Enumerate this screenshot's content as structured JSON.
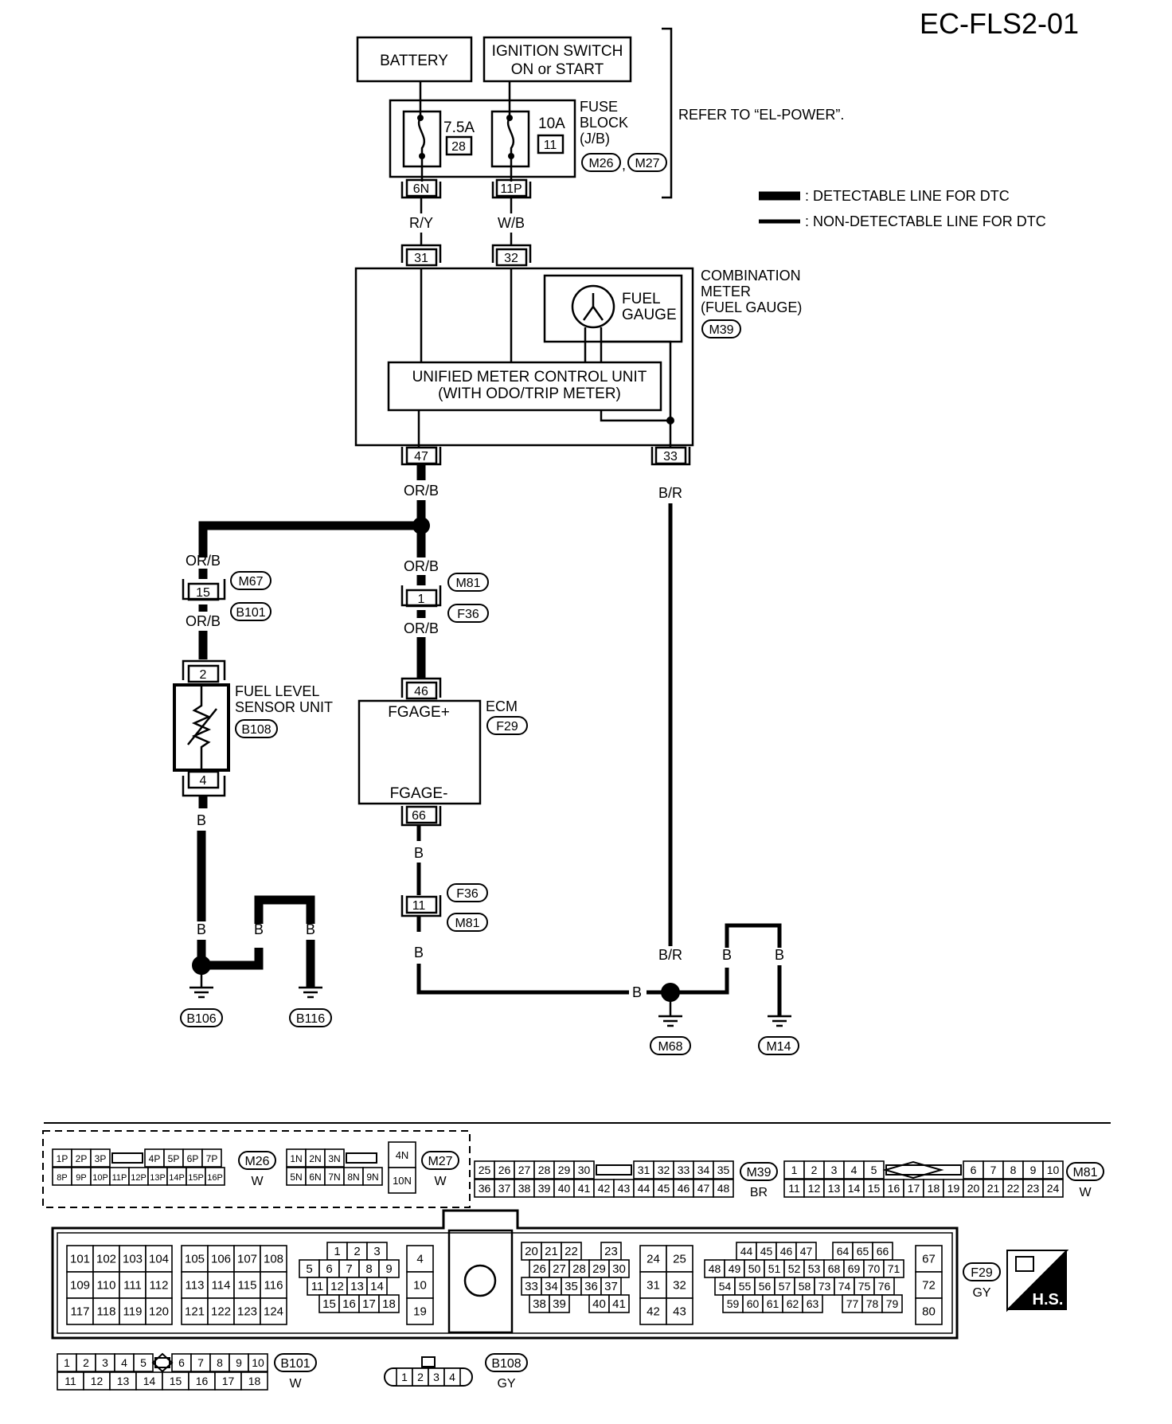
{
  "page_title": "EC-FLS2-01",
  "header_refer": "REFER TO “EL-POWER”.",
  "legend": {
    "detectable": ": DETECTABLE LINE FOR DTC",
    "non_detectable": ": NON-DETECTABLE LINE FOR DTC"
  },
  "power": {
    "battery": "BATTERY",
    "ignition_line1": "IGNITION SWITCH",
    "ignition_line2": "ON or START",
    "fuse1_amp": "7.5A",
    "fuse1_num": "28",
    "fuse2_amp": "10A",
    "fuse2_num": "11",
    "fuse_block_line1": "FUSE",
    "fuse_block_line2": "BLOCK",
    "fuse_block_line3": "(J/B)",
    "fuse_conn1": "M26",
    "fuse_conn2": "M27",
    "pin_6n": "6N",
    "pin_11p": "11P"
  },
  "meter": {
    "label_line1": "COMBINATION",
    "label_line2": "METER",
    "label_line3": "(FUEL GAUGE)",
    "conn": "M39",
    "gauge_line1": "FUEL",
    "gauge_line2": "GAUGE",
    "unit_line1": "UNIFIED METER CONTROL UNIT",
    "unit_line2": "(WITH ODO/TRIP METER)",
    "pin31": "31",
    "pin32": "32",
    "pin47": "47",
    "pin33": "33"
  },
  "wires": {
    "ry": "R/Y",
    "wb": "W/B",
    "orb": "OR/B",
    "br": "B/R",
    "b": "B"
  },
  "junctions": {
    "m67": "M67",
    "b101": "B101",
    "pin15": "15",
    "m81": "M81",
    "f36": "F36",
    "pin1": "1",
    "pin11": "11"
  },
  "sensor": {
    "label_line1": "FUEL LEVEL",
    "label_line2": "SENSOR UNIT",
    "conn": "B108",
    "pin2": "2",
    "pin4": "4"
  },
  "ecm": {
    "label": "ECM",
    "conn": "F29",
    "pos": "FGAGE+",
    "neg": "FGAGE-",
    "pin46": "46",
    "pin66": "66"
  },
  "grounds": {
    "b106": "B106",
    "b116": "B116",
    "m68": "M68",
    "m14": "M14"
  },
  "connectors": {
    "m26_top": [
      "1P",
      "2P",
      "3P",
      "",
      "4P",
      "5P",
      "6P",
      "7P"
    ],
    "m26_bot": [
      "8P",
      "9P",
      "10P",
      "11P",
      "12P",
      "13P",
      "14P",
      "15P",
      "16P"
    ],
    "m26_name": "M26",
    "m26_color": "W",
    "m27_top": [
      "1N",
      "2N",
      "3N",
      ""
    ],
    "m27_bot": [
      "5N",
      "6N",
      "7N",
      "8N",
      "9N"
    ],
    "m27_side": [
      "4N",
      "10N"
    ],
    "m27_name": "M27",
    "m27_color": "W",
    "m39_top": [
      "25",
      "26",
      "27",
      "28",
      "29",
      "30",
      "",
      "31",
      "32",
      "33",
      "34",
      "35"
    ],
    "m39_bot": [
      "36",
      "37",
      "38",
      "39",
      "40",
      "41",
      "42",
      "43",
      "44",
      "45",
      "46",
      "47",
      "48"
    ],
    "m39_name": "M39",
    "m39_color": "BR",
    "m81_top": [
      "1",
      "2",
      "3",
      "4",
      "5",
      "",
      "6",
      "7",
      "8",
      "9",
      "10"
    ],
    "m81_bot": [
      "11",
      "12",
      "13",
      "14",
      "15",
      "16",
      "17",
      "18",
      "19",
      "20",
      "21",
      "22",
      "23",
      "24"
    ],
    "m81_name": "M81",
    "m81_color": "W",
    "f29_blockA": [
      [
        "101",
        "102",
        "103",
        "104"
      ],
      [
        "109",
        "110",
        "111",
        "112"
      ],
      [
        "117",
        "118",
        "119",
        "120"
      ]
    ],
    "f29_blockB": [
      [
        "105",
        "106",
        "107",
        "108"
      ],
      [
        "113",
        "114",
        "115",
        "116"
      ],
      [
        "121",
        "122",
        "123",
        "124"
      ]
    ],
    "f29_blockC": [
      [
        "1",
        "2",
        "3"
      ],
      [
        "5",
        "6",
        "7",
        "8",
        "9"
      ],
      [
        "11",
        "12",
        "13",
        "14"
      ],
      [
        "15",
        "16",
        "17",
        "18"
      ]
    ],
    "f29_blockD": [
      "4",
      "10",
      "19"
    ],
    "f29_blockE": [
      [
        "20",
        "21",
        "22",
        "23"
      ],
      [
        "26",
        "27",
        "28",
        "29",
        "30"
      ],
      [
        "33",
        "34",
        "35",
        "36",
        "37"
      ],
      [
        "38",
        "39",
        "40",
        "41"
      ]
    ],
    "f29_blockF": [
      [
        "24",
        "25"
      ],
      [
        "31",
        "32"
      ],
      [
        "42",
        "43"
      ]
    ],
    "f29_blockG": [
      [
        "44",
        "45",
        "46",
        "47",
        "64",
        "65",
        "66"
      ],
      [
        "48",
        "49",
        "50",
        "51",
        "52",
        "53",
        "68",
        "69",
        "70",
        "71"
      ],
      [
        "54",
        "55",
        "56",
        "57",
        "58",
        "73",
        "74",
        "75",
        "76"
      ],
      [
        "59",
        "60",
        "61",
        "62",
        "63",
        "77",
        "78",
        "79"
      ]
    ],
    "f29_blockH": [
      "67",
      "72",
      "80"
    ],
    "f29_name": "F29",
    "f29_color": "GY",
    "hs": "H.S.",
    "b101_top": [
      "1",
      "2",
      "3",
      "4",
      "5",
      "",
      "6",
      "7",
      "8",
      "9",
      "10"
    ],
    "b101_bot": [
      "11",
      "12",
      "13",
      "14",
      "15",
      "16",
      "17",
      "18"
    ],
    "b101_name": "B101",
    "b101_color": "W",
    "b108_pins": [
      "1",
      "2",
      "3",
      "4"
    ],
    "b108_name": "B108",
    "b108_color": "GY"
  }
}
